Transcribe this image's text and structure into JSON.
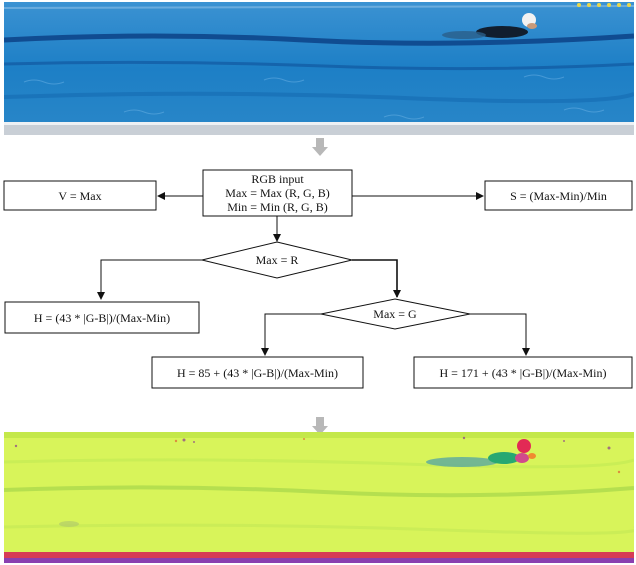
{
  "flowchart": {
    "rgb_input": {
      "title": "RGB input",
      "max_line": "Max = Max (R, G, B)",
      "min_line": "Min = Min (R, G, B)"
    },
    "v_box": "V = Max",
    "s_box": "S = (Max-Min)/Min",
    "decision_max_r": "Max = R",
    "decision_max_g": "Max = G",
    "h_box_r": "H = (43 * |G-B|)/(Max-Min)",
    "h_box_g": "H = 85 + (43 * |G-B|)/(Max-Min)",
    "h_box_b": "H = 171 + (43 * |G-B|)/(Max-Min)"
  },
  "colors": {
    "pool_water": "#1d7fc6",
    "hsv_output": "#d8f45a",
    "arrow_gray": "#b8b8b8"
  }
}
